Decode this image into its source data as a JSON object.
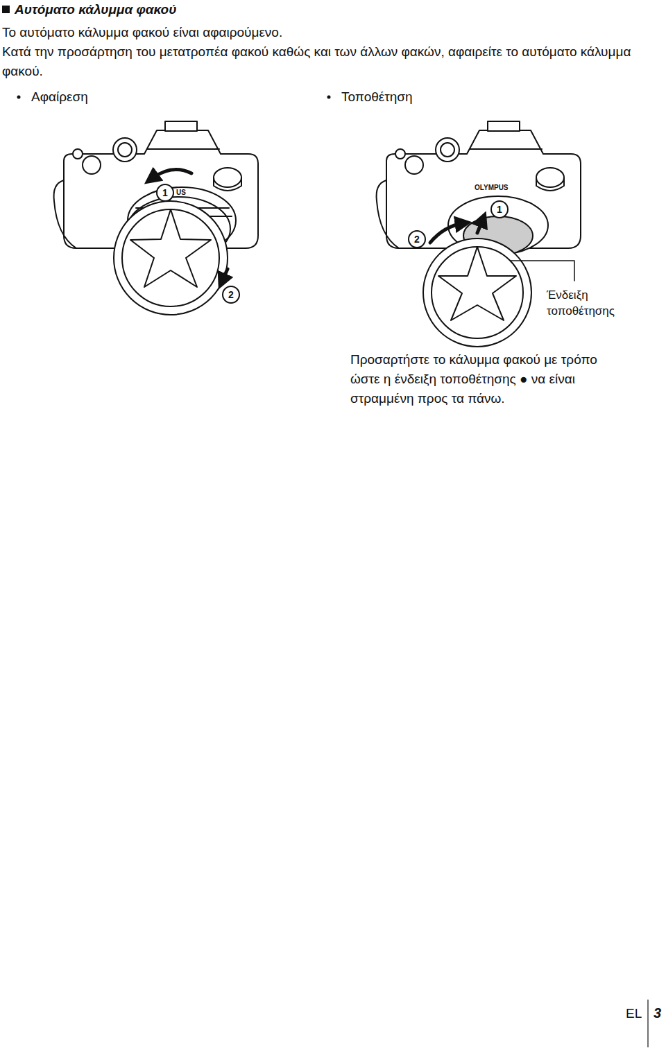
{
  "diagram": {
    "title": "Αυτόματο κάλυμμα φακού",
    "labels": [
      "Το αυτόματο κάλυμμα φακού είναι αφαιρούμενο.",
      "Κατά την προσάρτηση του μετατροπέα φακού καθώς και των άλλων φακών, αφαιρείτε το αυτόματο κάλυμμα φακού.",
      "Αφαίρεση",
      "Τοποθέτηση",
      "US",
      "1",
      "2",
      "OLYMPUS",
      "1",
      "2",
      "Ένδειξη τοποθέτη­σης",
      "Προσαρτήστε το κάλυμμα φακού με τρόπο ώστε η ένδειξη τοποθέτησης ● να είναι στραμμένη προς τα πάνω.",
      "EL",
      "3"
    ]
  }
}
